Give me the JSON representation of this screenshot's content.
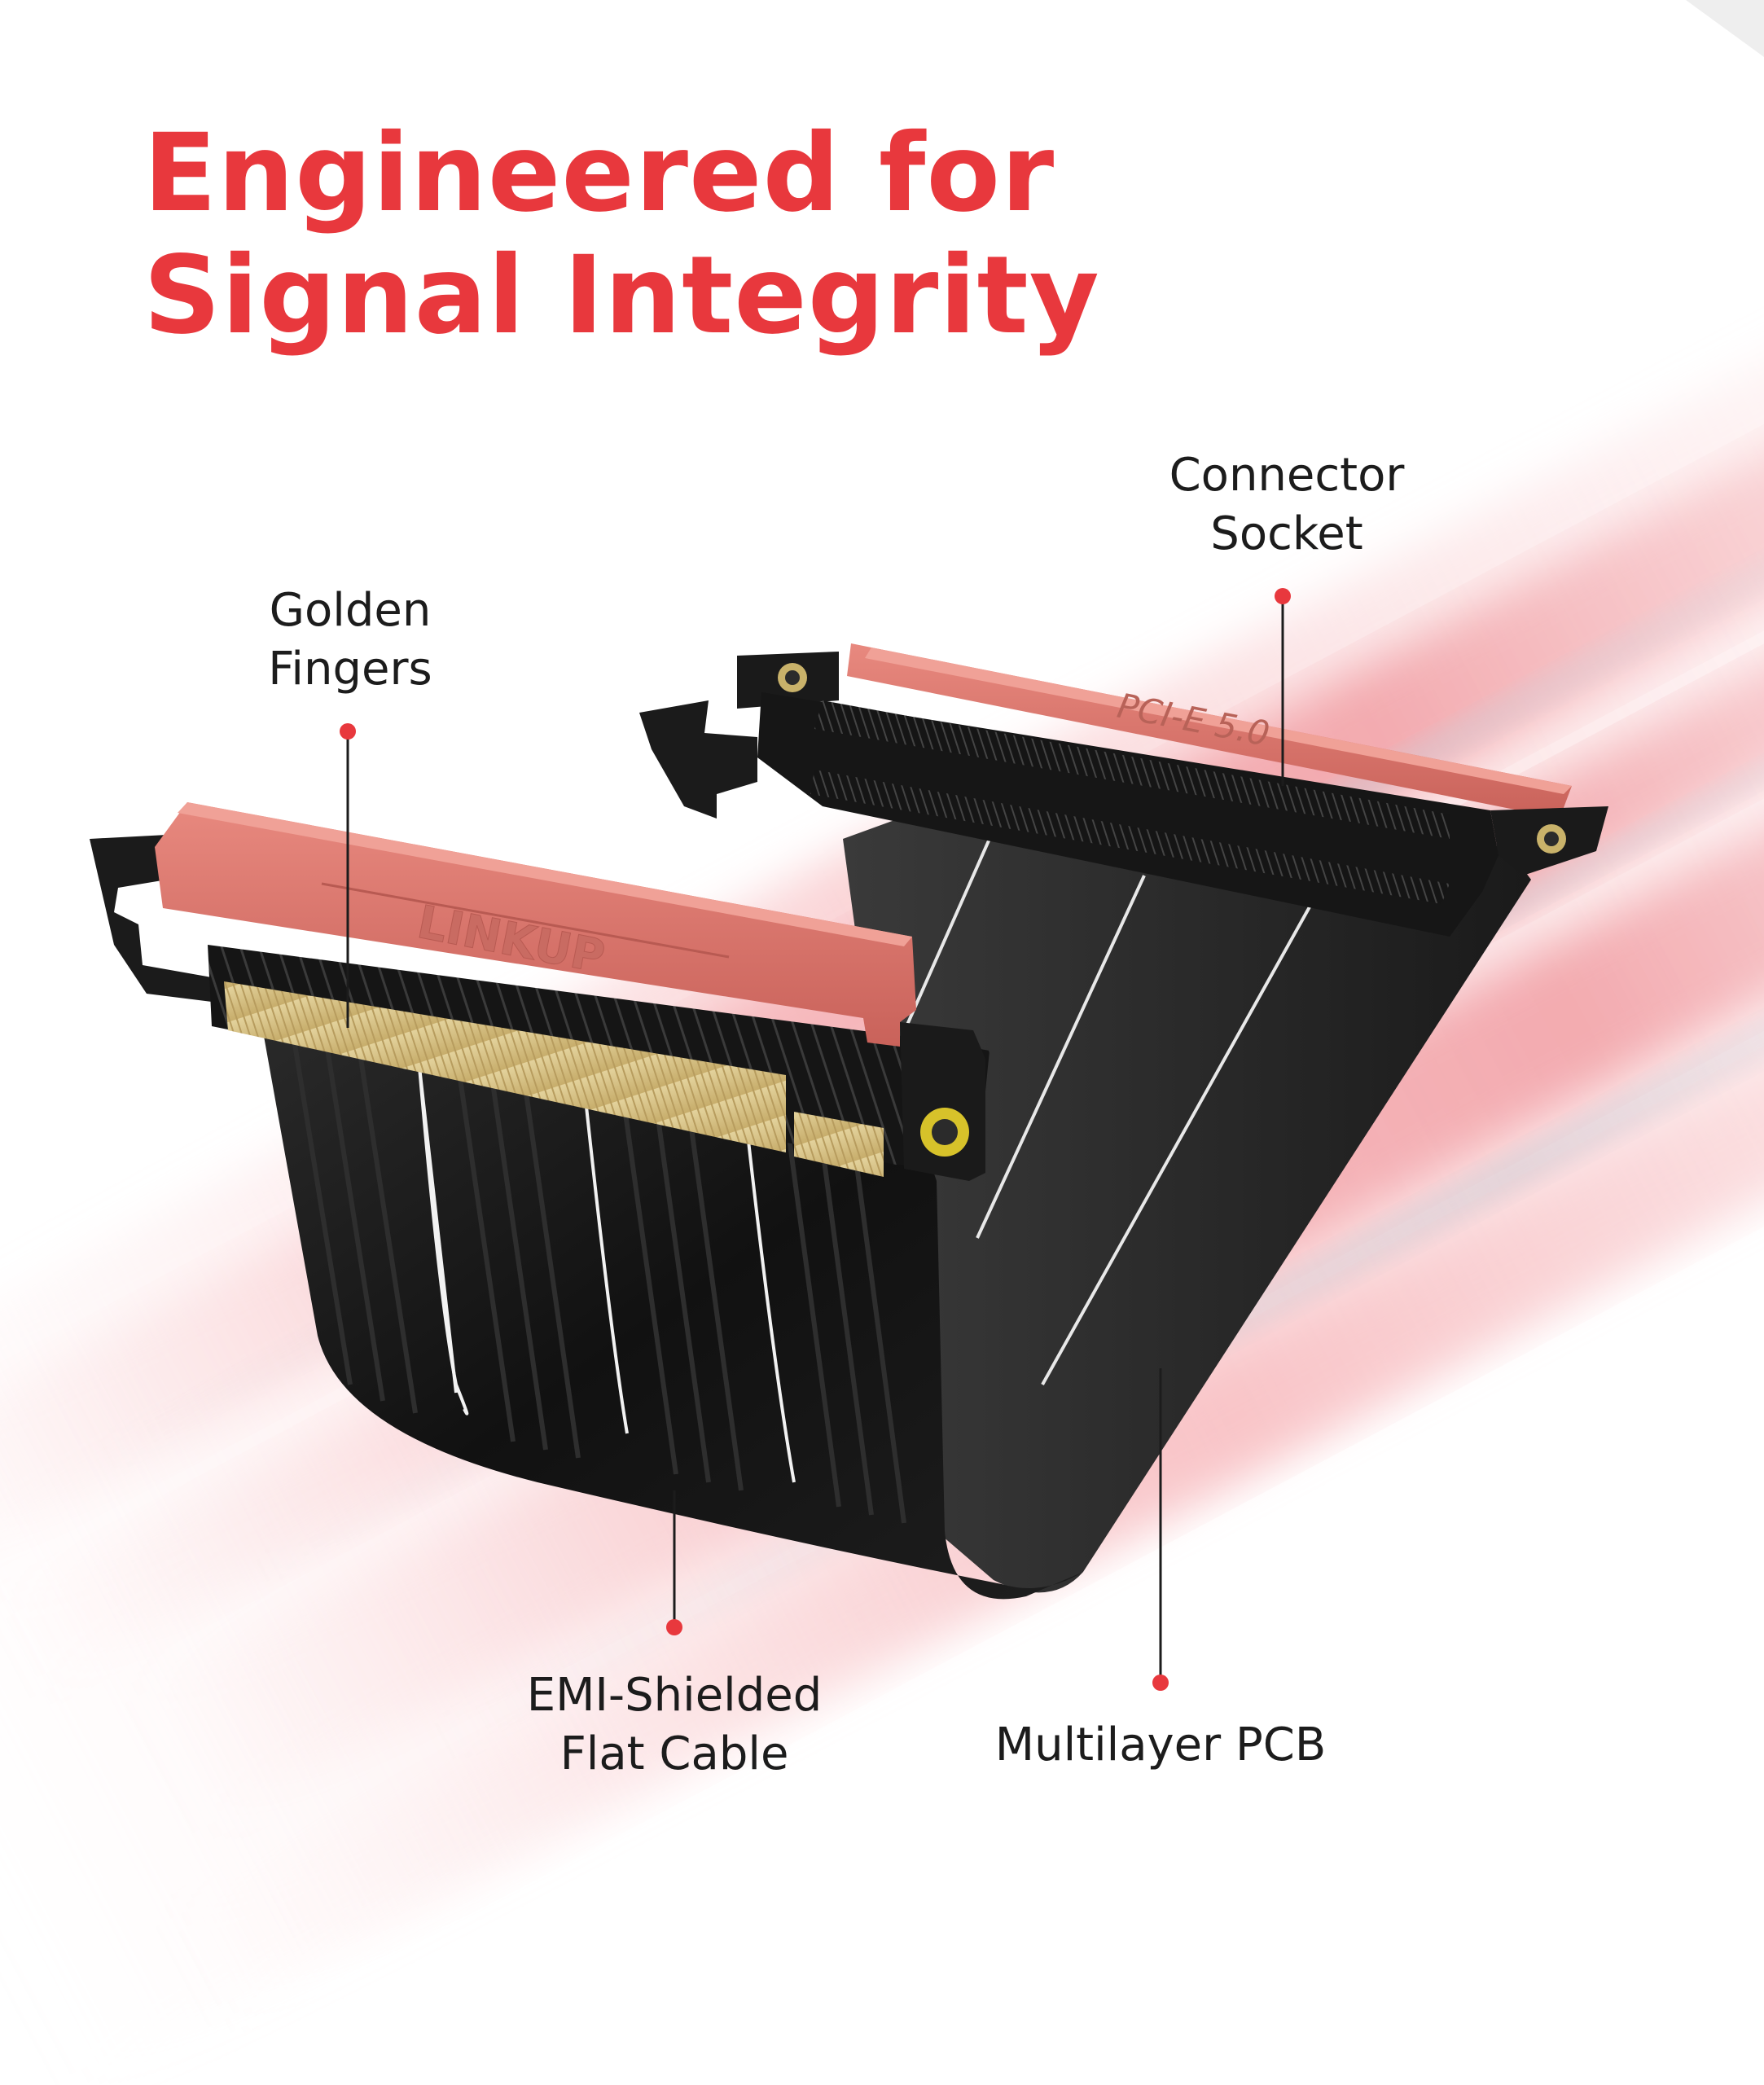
{
  "headline": {
    "line1": "Engineered for",
    "line2": "Signal Integrity"
  },
  "callouts": {
    "connector_socket": {
      "line1": "Connector",
      "line2": "Socket"
    },
    "golden_fingers": {
      "line1": "Golden",
      "line2": "Fingers"
    },
    "emi_cable": {
      "line1": "EMI-Shielded",
      "line2": "Flat Cable"
    },
    "multilayer_pcb": {
      "line1": "Multilayer PCB"
    }
  },
  "product_markings": {
    "brand": "LINKUP",
    "socket_label": "PCI-E 5.0"
  },
  "colors": {
    "accent": "#e8383d",
    "text": "#1c1c1c",
    "connector_pink": "#e07a70",
    "gold": "#d9c48a",
    "cable_black": "#141414"
  }
}
